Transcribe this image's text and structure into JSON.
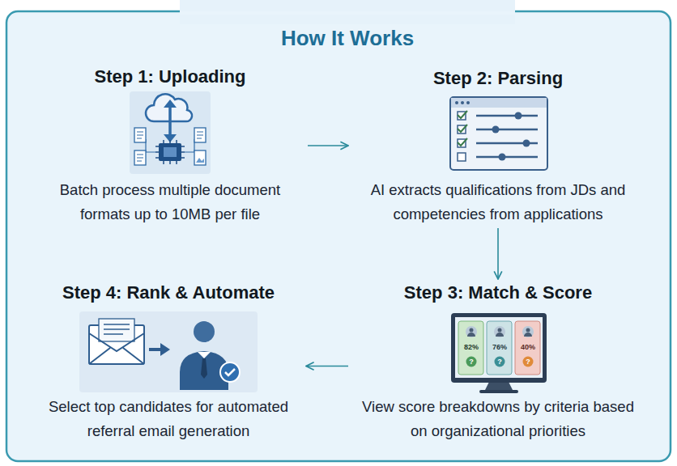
{
  "diagram": {
    "title": "How It Works",
    "nodes": [
      {
        "text": [
          "Step 1: Uploading",
          "Batch process multiple document formats up to 10MB per file"
        ]
      },
      {
        "text": [
          "Step 2: Parsing",
          "AI extracts qualifications from JDs and competencies from applications"
        ]
      },
      {
        "text": [
          "Step 3: Match & Score",
          "View score breakdowns by criteria based on organizational priorities"
        ]
      },
      {
        "text": [
          "Step 4: Rank & Automate",
          "Select top candidates for automated referral email generation"
        ]
      }
    ],
    "edges": [
      {
        "from": 0,
        "to": 1,
        "arrow": "to"
      },
      {
        "from": 1,
        "to": 2,
        "arrow": "to"
      },
      {
        "from": 2,
        "to": 3,
        "arrow": "to"
      }
    ],
    "labels": [
      "82%",
      "76%",
      "40%",
      "?",
      "?",
      "?"
    ]
  }
}
